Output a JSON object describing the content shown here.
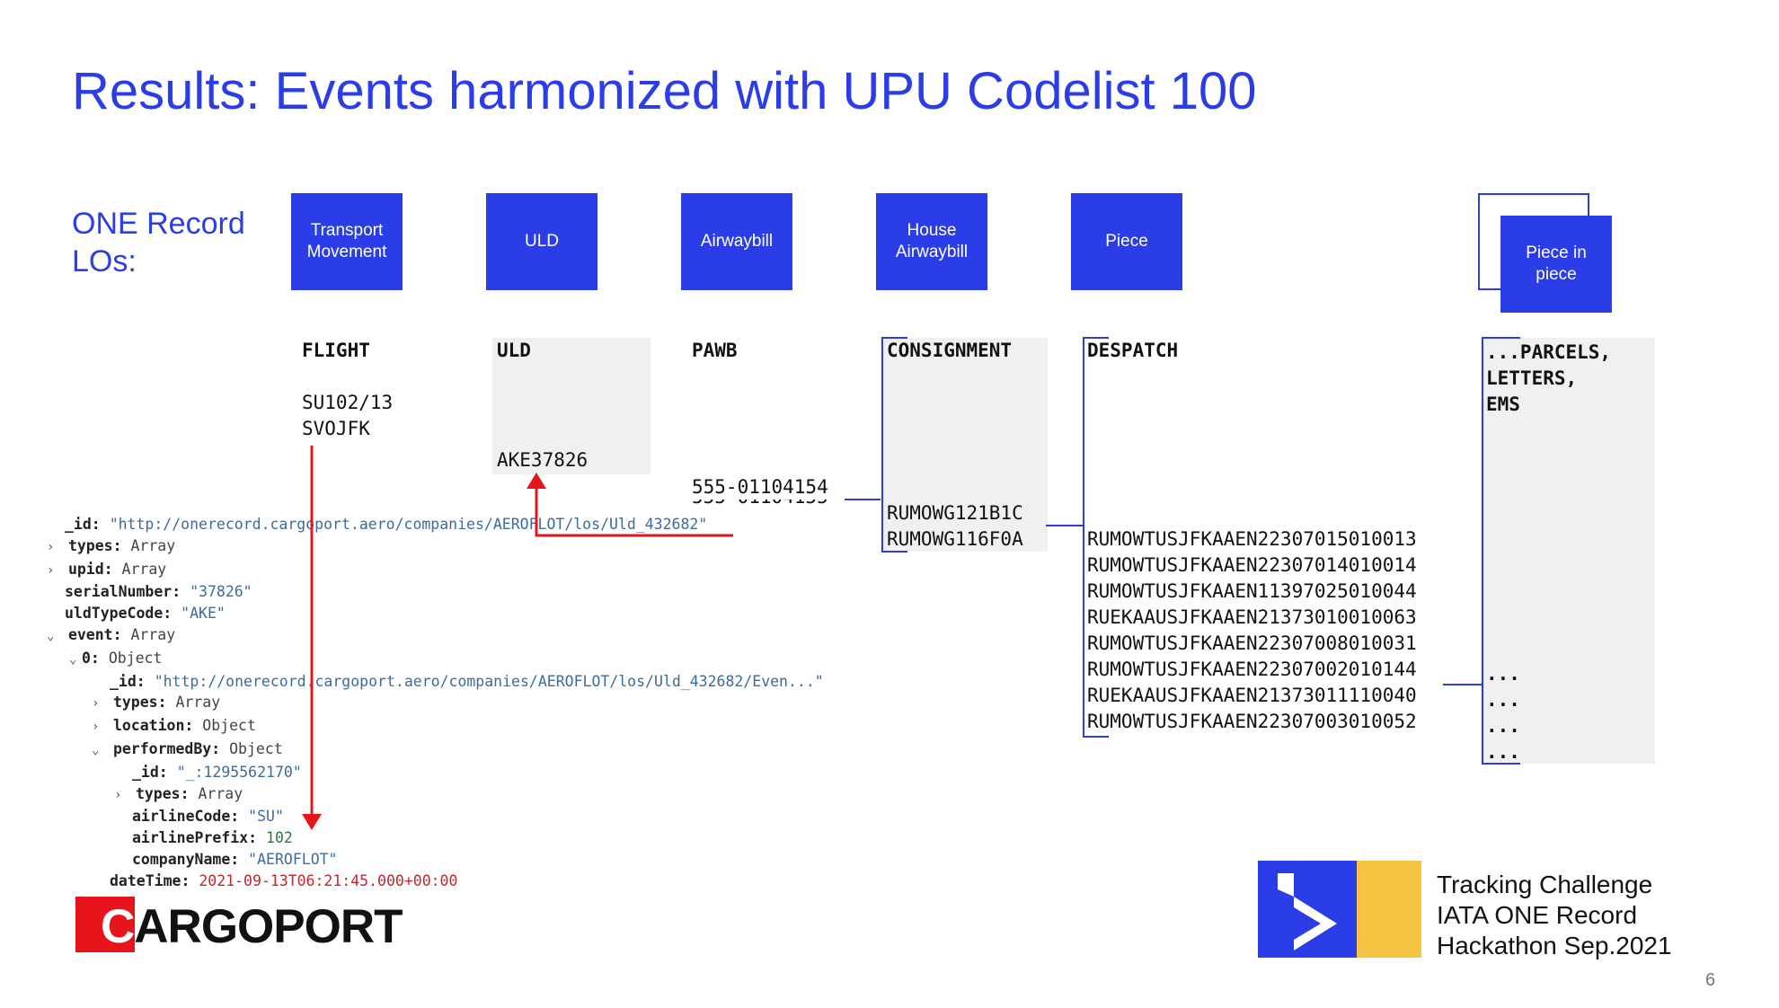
{
  "title": "Results: Events harmonized with UPU Codelist 100",
  "lo_label": "ONE Record LOs:",
  "boxes": [
    "Transport Movement",
    "ULD",
    "Airwaybill",
    "House Airwaybill",
    "Piece",
    "Piece in piece"
  ],
  "columns": {
    "flight": {
      "header": "FLIGHT",
      "values": [
        "SU102/13",
        "SVOJFK"
      ]
    },
    "uld": {
      "header": "ULD",
      "value": "AKE37826"
    },
    "pawb": {
      "header": "PAWB",
      "value": "555-01104154",
      "partial": "555-01104155"
    },
    "consignment": {
      "header": "CONSIGNMENT",
      "values": [
        "RUMOWG121B1C",
        "RUMOWG116F0A"
      ]
    },
    "despatch": {
      "header": "DESPATCH",
      "values": [
        "RUMOWTUSJFKAAEN22307015010013",
        "RUMOWTUSJFKAAEN22307014010014",
        "RUMOWTUSJFKAAEN11397025010044",
        "RUEKAAUSJFKAAEN21373010010063",
        "RUMOWTUSJFKAAEN22307008010031",
        "RUMOWTUSJFKAAEN22307002010144",
        "RUEKAAUSJFKAAEN21373011110040",
        "RUMOWTUSJFKAAEN22307003010052"
      ]
    },
    "parcels": {
      "header": [
        "...PARCELS,",
        "LETTERS,",
        "EMS"
      ],
      "dots": [
        "...",
        "...",
        "...",
        "..."
      ]
    }
  },
  "json": {
    "id_key": "_id:",
    "id_val": "\"http://onerecord.cargoport.aero/companies/AEROFLOT/los/Uld_432682\"",
    "types_key": "types:",
    "types_val": "Array",
    "upid_key": "upid:",
    "upid_val": "Array",
    "serial_key": "serialNumber:",
    "serial_val": "\"37826\"",
    "uldtype_key": "uldTypeCode:",
    "uldtype_val": "\"AKE\"",
    "event_key": "event:",
    "event_val": "Array",
    "zero_key": "0:",
    "zero_val": "Object",
    "ev_id_key": "_id:",
    "ev_id_val": "\"http://onerecord.cargoport.aero/companies/AEROFLOT/los/Uld_432682/Even...\"",
    "ev_types_key": "types:",
    "ev_types_val": "Array",
    "location_key": "location:",
    "location_val": "Object",
    "performed_key": "performedBy:",
    "performed_val": "Object",
    "pb_id_key": "_id:",
    "pb_id_val": "\"_:1295562170\"",
    "pb_types_key": "types:",
    "pb_types_val": "Array",
    "airline_code_key": "airlineCode:",
    "airline_code_val": "\"SU\"",
    "airline_prefix_key": "airlinePrefix:",
    "airline_prefix_val": "102",
    "company_key": "companyName:",
    "company_val": "\"AEROFLOT\"",
    "datetime_key": "dateTime:",
    "datetime_val": "2021-09-13T06:21:45.000+00:00"
  },
  "logo": {
    "c": "C",
    "rest": "ARGOPORT"
  },
  "brand_lines": [
    "Tracking Challenge",
    "IATA ONE Record",
    "Hackathon Sep.2021"
  ],
  "page_number": "6",
  "colors": {
    "accent": "#2b3de6",
    "arrow": "#e8141c",
    "yellow": "#f5c342",
    "logo_red": "#e8141c"
  }
}
